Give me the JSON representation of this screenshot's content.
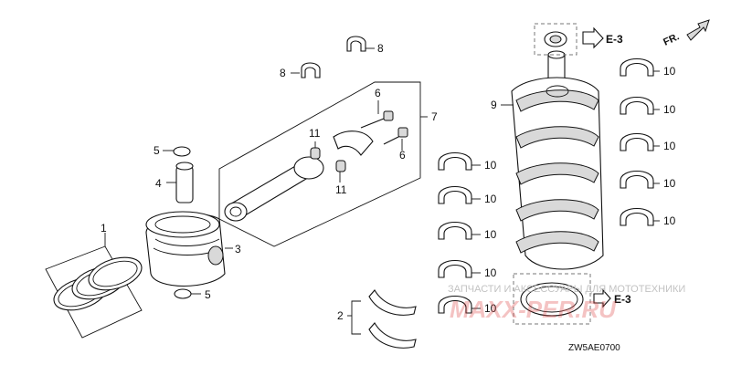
{
  "diagram": {
    "code": "ZW5AE0700",
    "front_label": "FR.",
    "ref_top": "E-3",
    "ref_bottom": "E-3",
    "labels": {
      "piston_rings": "1",
      "thrust_washers": "2",
      "piston": "3",
      "piston_pin": "4",
      "clip_upper": "5",
      "clip_lower": "5",
      "bolt_upper": "6",
      "bolt_lower": "6",
      "rod_assembly": "7",
      "clip_top": "8",
      "clip_left": "8",
      "crankshaft": "9",
      "bearing_r1": "10",
      "bearing_r2": "10",
      "bearing_r3": "10",
      "bearing_r4": "10",
      "bearing_r5": "10",
      "bearing_m1": "10",
      "bearing_m2": "10",
      "bearing_m3": "10",
      "bearing_m4": "10",
      "bearing_m5": "10",
      "dowel_upper": "11",
      "dowel_lower": "11"
    }
  },
  "watermark": {
    "line1": "ЗАПЧАСТИ И АКСЕССУАРЫ ДЛЯ МОТОТЕХНИКИ",
    "line2": "MAXX-PER.RU"
  }
}
